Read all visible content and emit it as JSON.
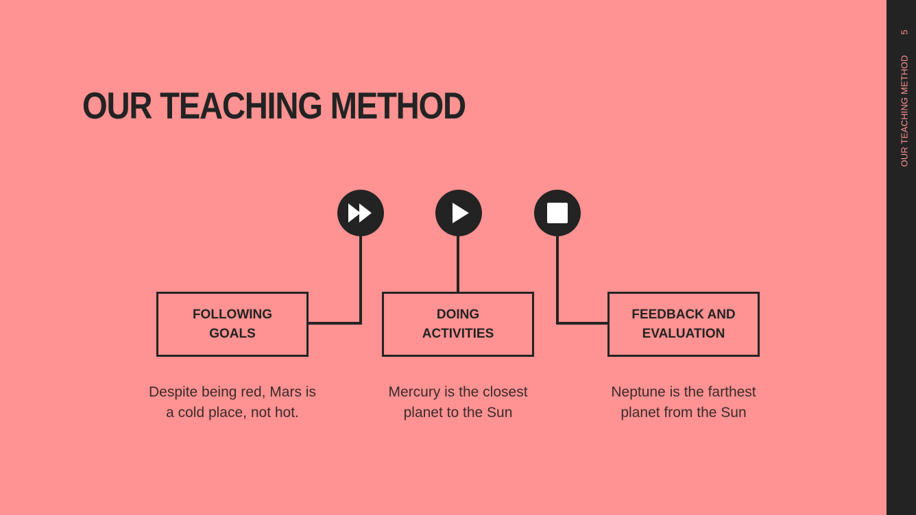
{
  "slide": {
    "title": "OUR TEACHING METHOD",
    "page_number": "5",
    "sidebar_label": "OUR TEACHING METHOD"
  },
  "steps": [
    {
      "icon": "fast-forward-icon",
      "label": "FOLLOWING\nGOALS",
      "description": "Despite being red, Mars is\na cold place, not hot."
    },
    {
      "icon": "play-icon",
      "label": "DOING\nACTIVITIES",
      "description": "Mercury is the closest\nplanet to the Sun"
    },
    {
      "icon": "stop-icon",
      "label": "FEEDBACK AND\nEVALUATION",
      "description": "Neptune is the farthest\nplanet from the Sun"
    }
  ],
  "colors": {
    "background": "#ff9292",
    "dark": "#232323",
    "sidebar": "#232323"
  }
}
